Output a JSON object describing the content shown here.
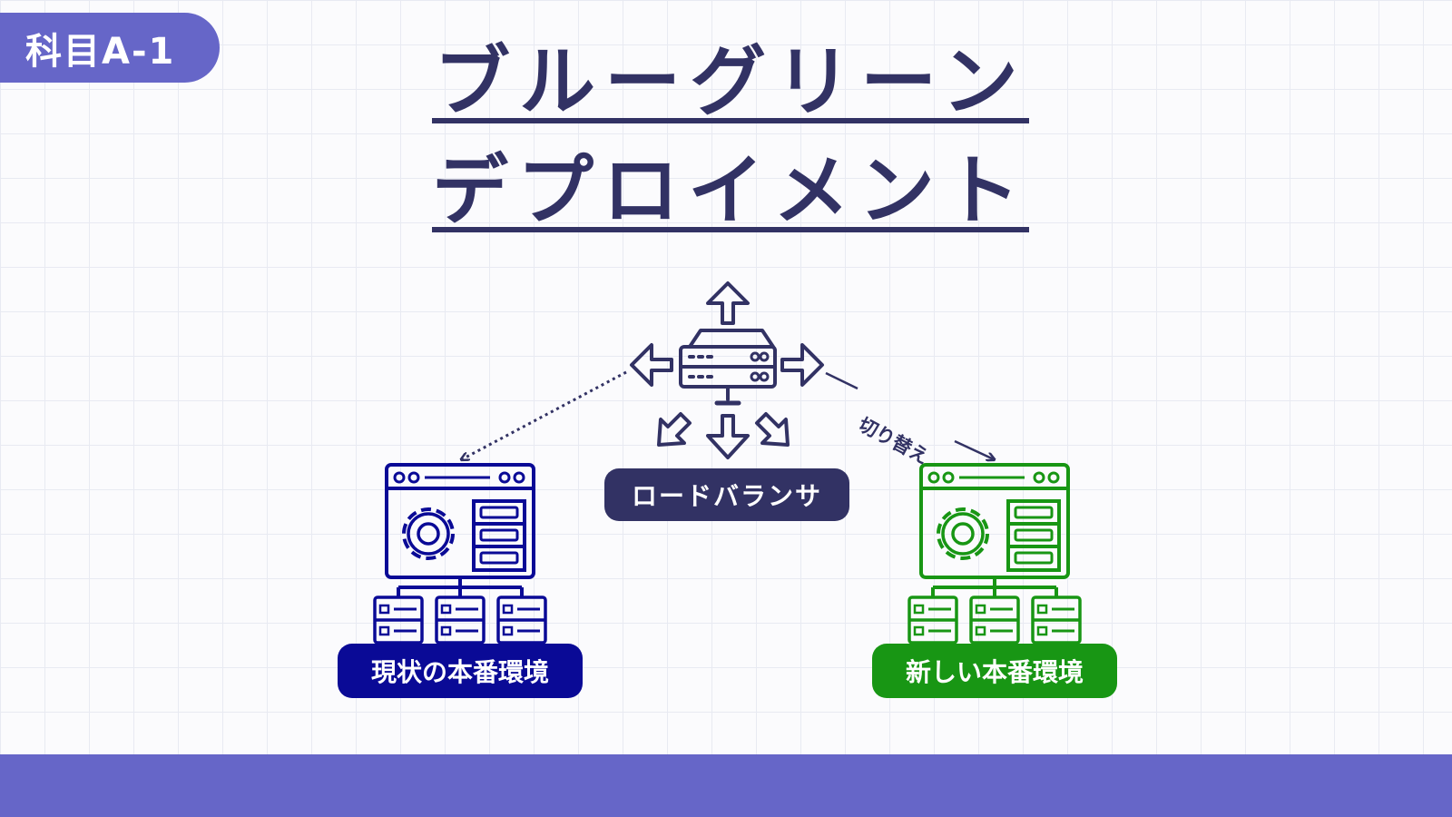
{
  "course_tag": "科目A-1",
  "title": {
    "line1": "ブルーグリーン",
    "line2": "デプロイメント"
  },
  "diagram": {
    "load_balancer_label": "ロードバランサ",
    "current_env_label": "現状の本番環境",
    "new_env_label": "新しい本番環境",
    "switch_label": "切り替え"
  },
  "colors": {
    "accent": "#6666c8",
    "navy": "#323264",
    "blue_env": "#0a0a96",
    "green_env": "#189614"
  },
  "icons": {
    "load_balancer": "network-server-icon",
    "current_env": "server-cluster-icon",
    "new_env": "server-cluster-icon"
  }
}
